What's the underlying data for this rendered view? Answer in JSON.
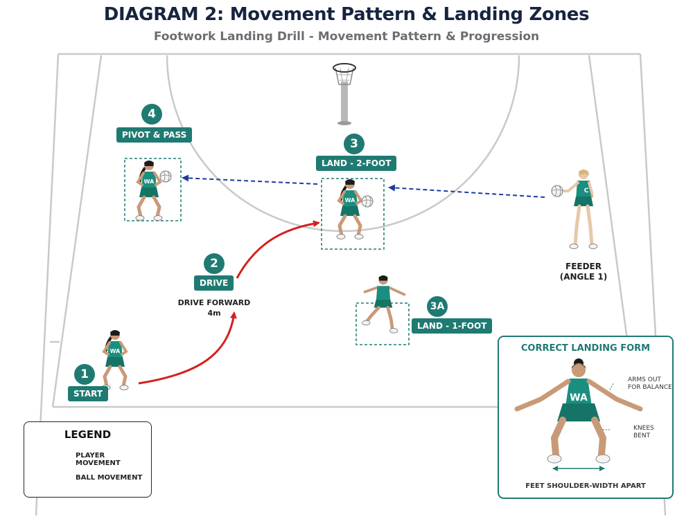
{
  "header": {
    "title": "DIAGRAM 2: Movement Pattern & Landing Zones",
    "subtitle": "Footwork Landing Drill - Movement Pattern & Progression"
  },
  "colors": {
    "teal": "#1f7a72",
    "player_movement": "#d51f1f",
    "ball_movement": "#1c3aa0",
    "court_line": "#c9c9c9"
  },
  "steps": {
    "start": {
      "number": "1",
      "label": "START"
    },
    "drive": {
      "number": "2",
      "label": "DRIVE",
      "note_line1": "DRIVE FORWARD",
      "note_line2": "4m"
    },
    "land2": {
      "number": "3",
      "label": "LAND - 2-FOOT"
    },
    "land1": {
      "number": "3A",
      "label": "LAND - 1-FOOT"
    },
    "pivot": {
      "number": "4",
      "label": "PIVOT & PASS"
    }
  },
  "feeder": {
    "line1": "FEEDER",
    "line2": "(ANGLE 1)",
    "bib": "C"
  },
  "players": {
    "bib": "WA"
  },
  "legend": {
    "title": "LEGEND",
    "player_movement": "PLAYER MOVEMENT",
    "ball_movement": "BALL MOVEMENT"
  },
  "landing_form": {
    "title": "CORRECT LANDING FORM",
    "arms_1": "ARMS OUT",
    "arms_2": "FOR BALANCE",
    "knees_1": "KNEES",
    "knees_2": "BENT",
    "feet": "FEET SHOULDER-WIDTH APART",
    "bib": "WA"
  }
}
